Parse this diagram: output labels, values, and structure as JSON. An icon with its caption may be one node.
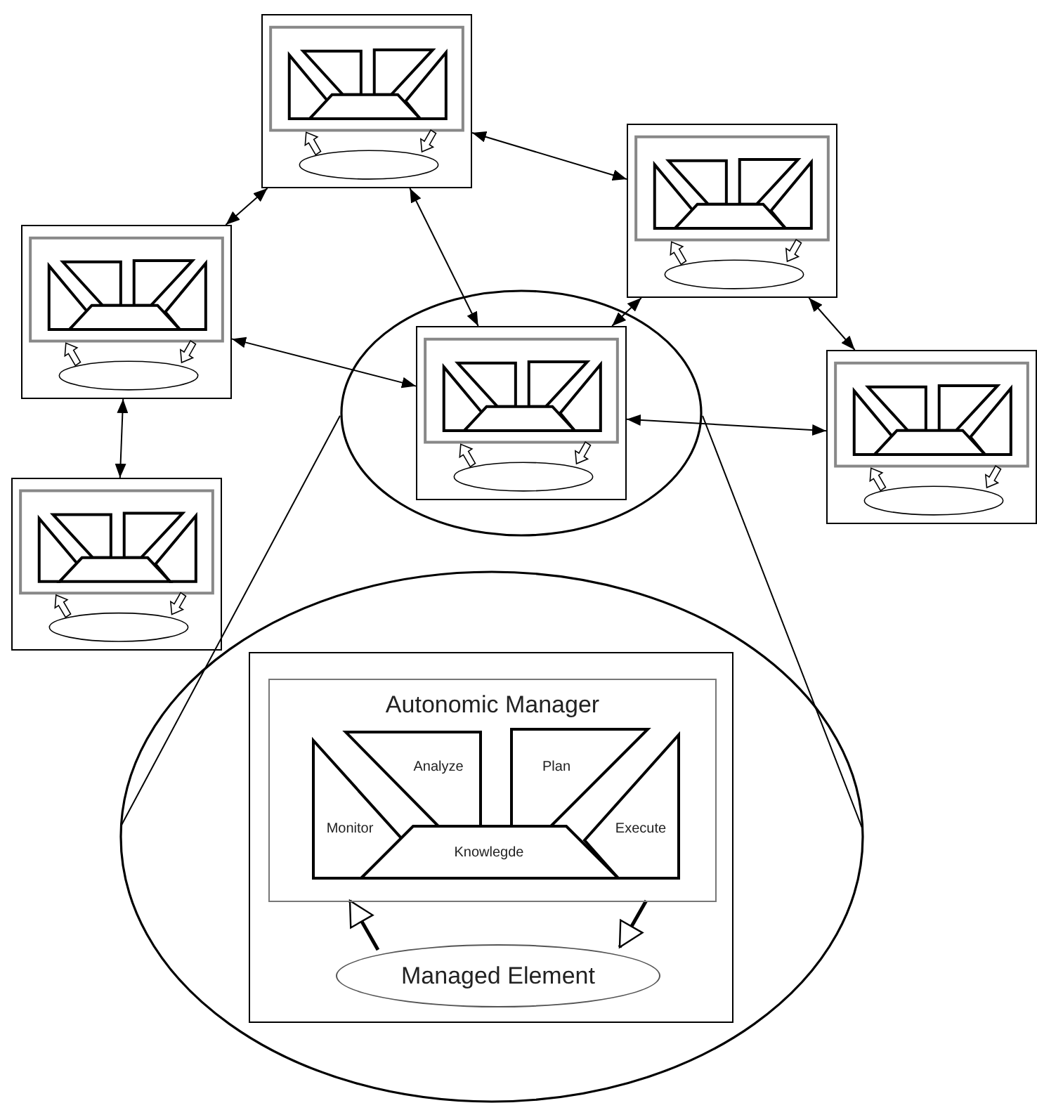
{
  "diagram": {
    "nodes": [
      {
        "text": [],
        "shape": "box"
      },
      {
        "text": [],
        "shape": "box"
      },
      {
        "text": [],
        "shape": "box"
      },
      {
        "text": [],
        "shape": "ellipse"
      },
      {
        "text": [],
        "shape": "box",
        "in": 3
      },
      {
        "text": [],
        "shape": "box"
      },
      {
        "text": [],
        "shape": "box"
      },
      {
        "text": [],
        "shape": "ellipse"
      },
      {
        "text": [],
        "shape": "box",
        "in": 7
      },
      {
        "text": [
          "Autonomic Manager"
        ],
        "in": 8
      },
      {
        "text": [
          "Monitor"
        ],
        "in": 9
      },
      {
        "text": [
          "Analyze"
        ],
        "in": 9
      },
      {
        "text": [
          "Plan"
        ],
        "in": 9
      },
      {
        "text": [
          "Execute"
        ],
        "in": 9
      },
      {
        "text": [
          "Knowlegde"
        ],
        "in": 9
      },
      {
        "text": [
          "Managed Element"
        ],
        "in": 8
      }
    ],
    "edges": [
      {
        "from": 0,
        "to": 2,
        "arrow": "both"
      },
      {
        "from": 0,
        "to": 1,
        "arrow": "both"
      },
      {
        "from": 0,
        "to": 4,
        "arrow": "both"
      },
      {
        "from": 1,
        "to": 4,
        "arrow": "both"
      },
      {
        "from": 1,
        "to": 5,
        "arrow": "both"
      },
      {
        "from": 2,
        "to": 4,
        "arrow": "both"
      },
      {
        "from": 2,
        "to": 6,
        "arrow": "both"
      },
      {
        "from": 4,
        "to": 5,
        "arrow": "both"
      },
      {
        "from": 3,
        "to": 7,
        "arrow": "none"
      },
      {
        "from": 3,
        "to": 7,
        "arrow": "none"
      },
      {
        "from": 15,
        "to": 9,
        "arrow": "to",
        "style": "thick"
      },
      {
        "from": 9,
        "to": 15,
        "arrow": "to",
        "style": "thick"
      }
    ]
  }
}
